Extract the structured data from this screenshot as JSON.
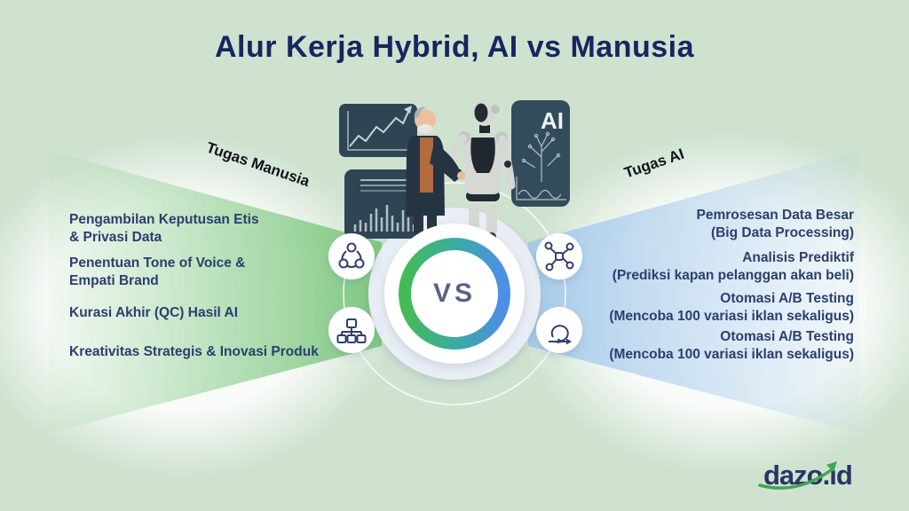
{
  "title": "Alur Kerja Hybrid, AI vs Manusia",
  "left_section": {
    "label": "Tugas Manusia",
    "items": [
      {
        "line1": "Pengambilan Keputusan Etis",
        "line2": "& Privasi Data"
      },
      {
        "line1": "Penentuan Tone of Voice &",
        "line2": "Empati Brand"
      },
      {
        "line1": "Kurasi Akhir (QC) Hasil AI",
        "line2": ""
      },
      {
        "line1": "Kreativitas Strategis & Inovasi Produk",
        "line2": ""
      }
    ],
    "icons": [
      "share-network-icon",
      "hierarchy-icon"
    ]
  },
  "right_section": {
    "label": "Tugas AI",
    "items": [
      {
        "line1": "Pemrosesan Data Besar",
        "line2": "(Big Data Processing)"
      },
      {
        "line1": "Analisis Prediktif",
        "line2": "(Prediksi kapan pelanggan akan beli)"
      },
      {
        "line1": "Otomasi A/B Testing",
        "line2": "(Mencoba 100 variasi iklan sekaligus)"
      },
      {
        "line1": "Otomasi A/B Testing",
        "line2": "(Mencoba 100 variasi iklan sekaligus)"
      }
    ],
    "icons": [
      "molecule-network-icon",
      "iteration-loop-icon"
    ]
  },
  "center": {
    "vs_label": "VS",
    "ai_panel_label": "AI"
  },
  "logo": {
    "text": "dazo.id"
  },
  "colors": {
    "background": "#cfe2d0",
    "title": "#16265e",
    "body_text": "#2b3f6d",
    "label_text": "#0e141c",
    "green_cone": "#7dc77f",
    "blue_cone": "#a7cbec",
    "ring_green": "#43b75d",
    "ring_blue": "#4b8fe2",
    "panel_dark": "#2e4554",
    "icon_navy": "#333f6b",
    "logo_navy": "#2a3566",
    "logo_green": "#3fa757"
  }
}
